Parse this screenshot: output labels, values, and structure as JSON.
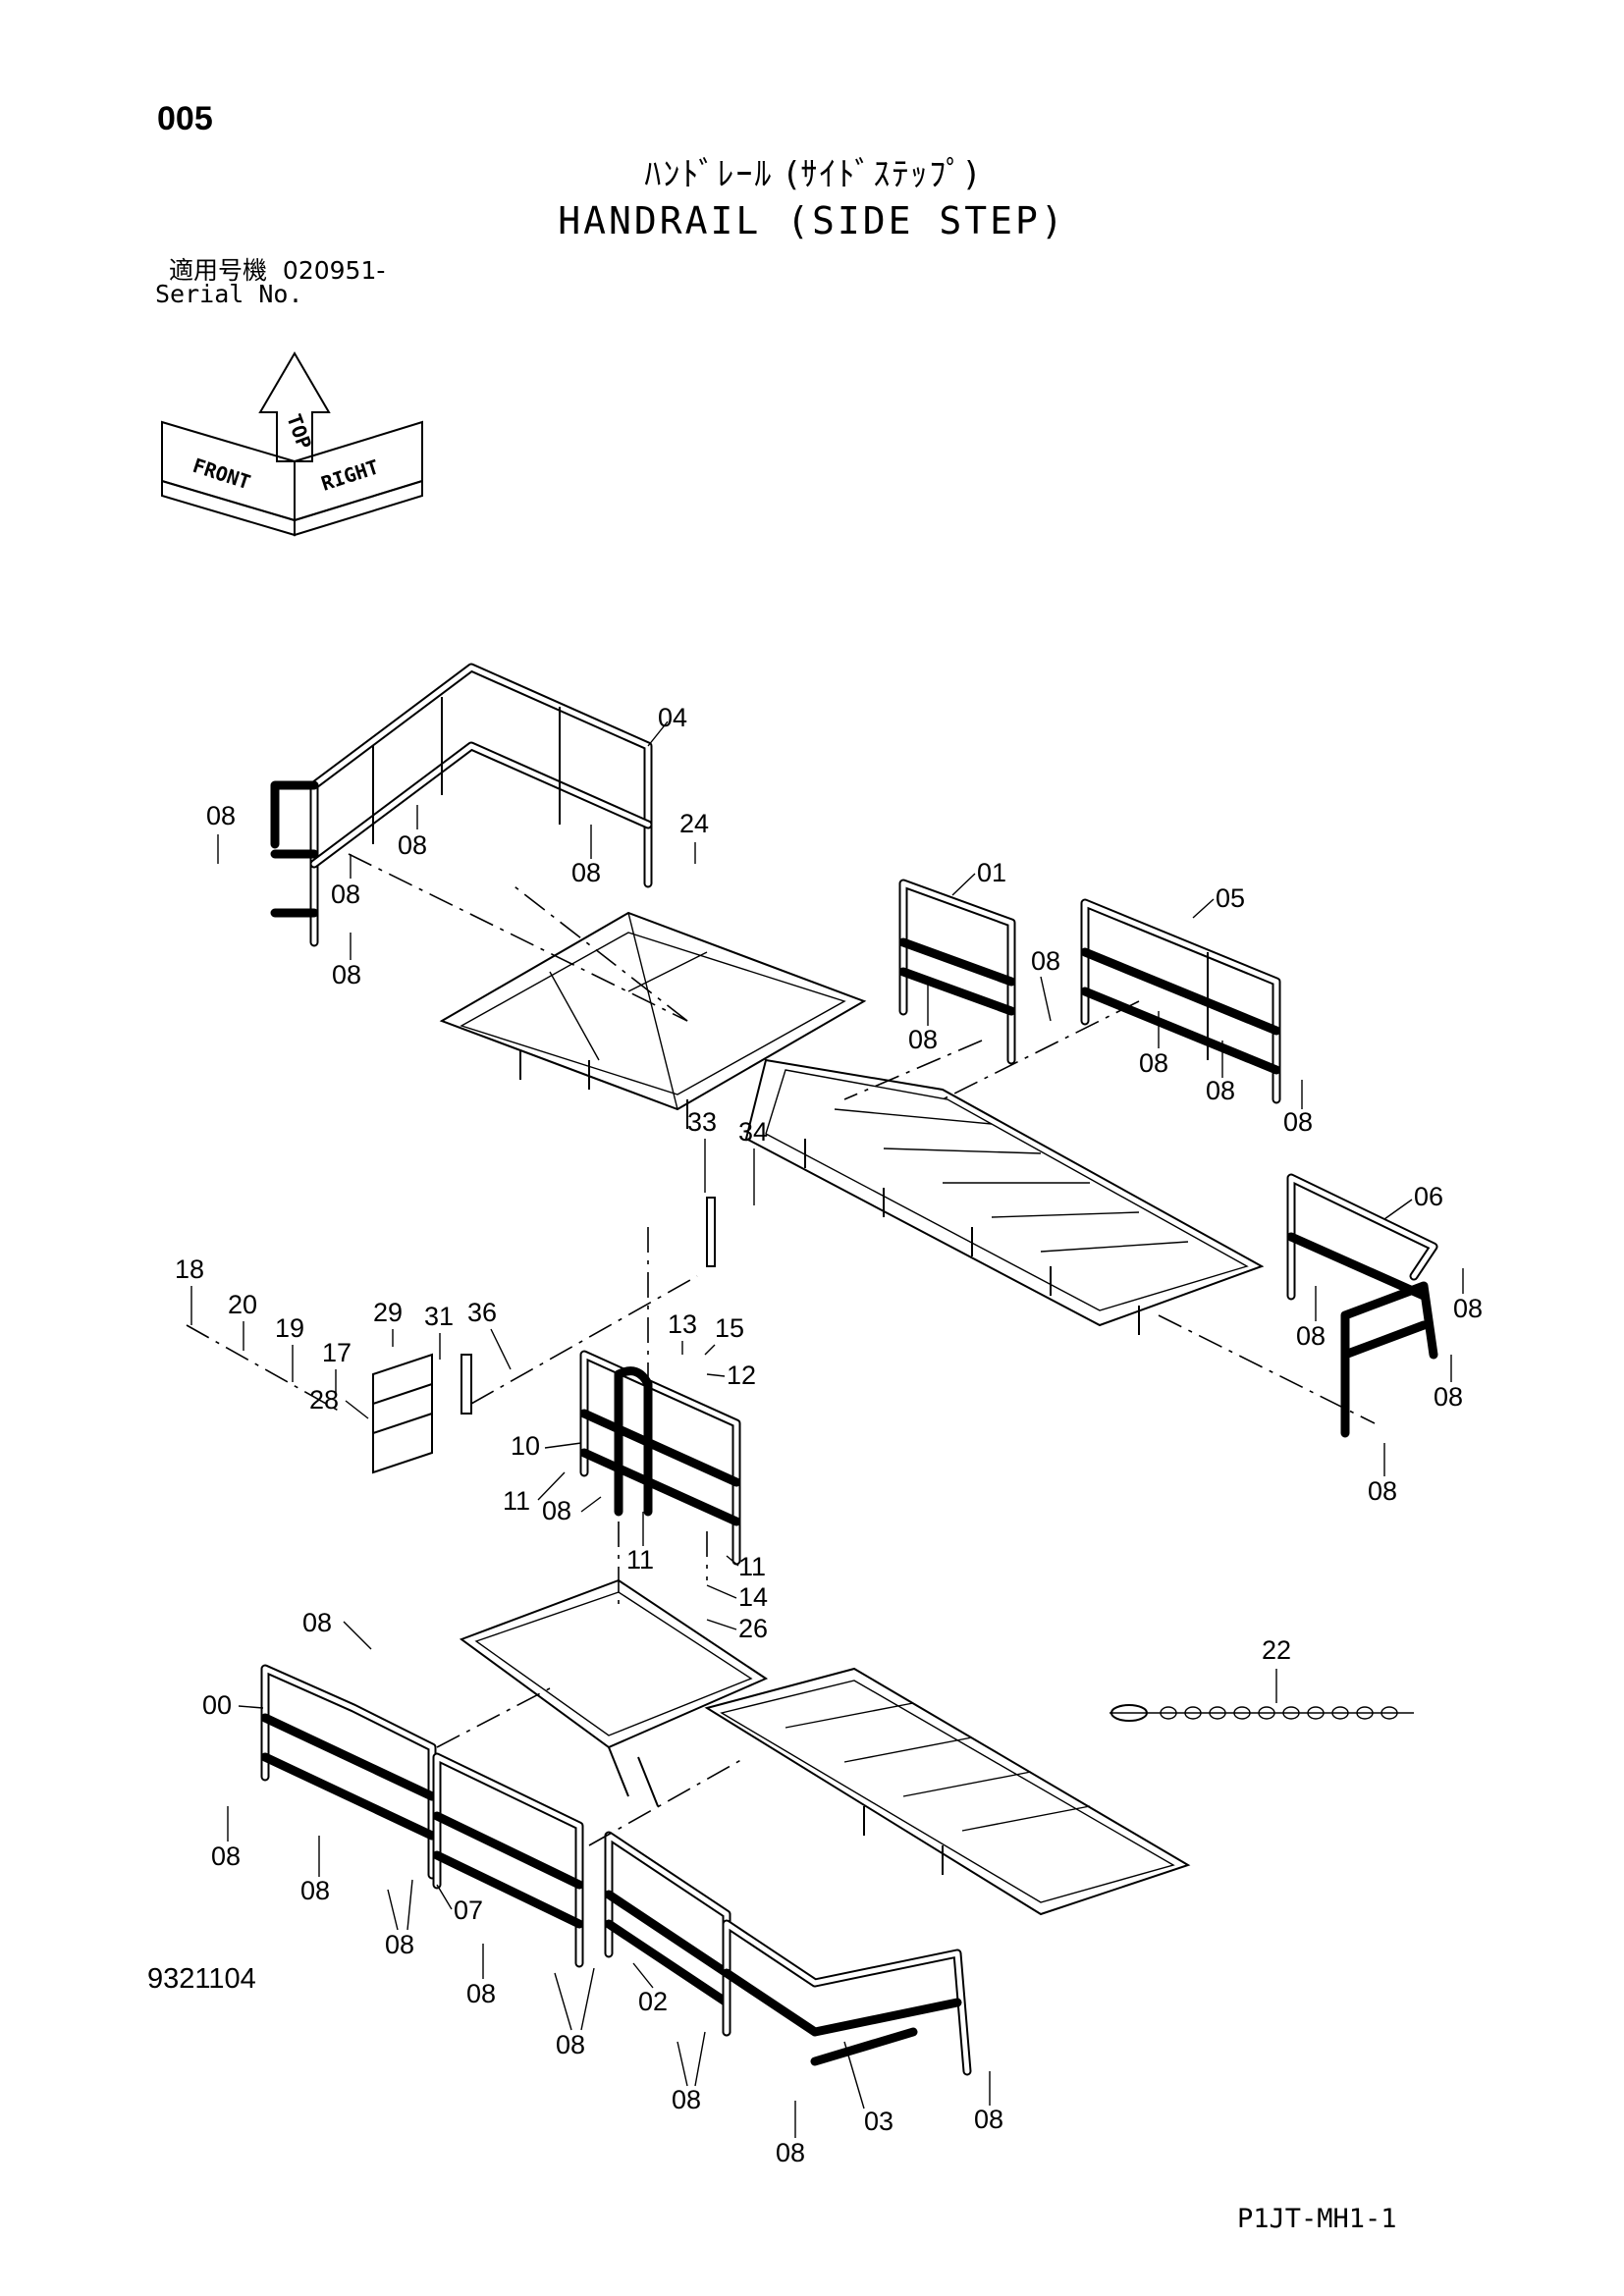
{
  "header": {
    "page_number": "005",
    "title_jp": "ﾊﾝﾄﾞﾚｰﾙ (ｻｲﾄﾞｽﾃｯﾌﾟ)",
    "title_en": "HANDRAIL (SIDE STEP)",
    "serial_label_jp": "適用号機",
    "serial_value": "020951-",
    "serial_label_en": "Serial No."
  },
  "orientation": {
    "top": "TOP",
    "front": "FRONT",
    "right": "RIGHT"
  },
  "callouts": [
    {
      "label": "04"
    },
    {
      "label": "08"
    },
    {
      "label": "08"
    },
    {
      "label": "08"
    },
    {
      "label": "08"
    },
    {
      "label": "24"
    },
    {
      "label": "08"
    },
    {
      "label": "01"
    },
    {
      "label": "05"
    },
    {
      "label": "08"
    },
    {
      "label": "08"
    },
    {
      "label": "08"
    },
    {
      "label": "08"
    },
    {
      "label": "08"
    },
    {
      "label": "33"
    },
    {
      "label": "34"
    },
    {
      "label": "06"
    },
    {
      "label": "08"
    },
    {
      "label": "08"
    },
    {
      "label": "08"
    },
    {
      "label": "08"
    },
    {
      "label": "18"
    },
    {
      "label": "20"
    },
    {
      "label": "19"
    },
    {
      "label": "17"
    },
    {
      "label": "29"
    },
    {
      "label": "31"
    },
    {
      "label": "36"
    },
    {
      "label": "28"
    },
    {
      "label": "13"
    },
    {
      "label": "15"
    },
    {
      "label": "12"
    },
    {
      "label": "10"
    },
    {
      "label": "11"
    },
    {
      "label": "08"
    },
    {
      "label": "11"
    },
    {
      "label": "11"
    },
    {
      "label": "14"
    },
    {
      "label": "26"
    },
    {
      "label": "08"
    },
    {
      "label": "00"
    },
    {
      "label": "22"
    },
    {
      "label": "08"
    },
    {
      "label": "08"
    },
    {
      "label": "07"
    },
    {
      "label": "08"
    },
    {
      "label": "08"
    },
    {
      "label": "02"
    },
    {
      "label": "08"
    },
    {
      "label": "08"
    },
    {
      "label": "03"
    },
    {
      "label": "08"
    },
    {
      "label": "08"
    }
  ],
  "footer": {
    "document_number": "9321104",
    "page_code": "P1JT-MH1-1"
  }
}
